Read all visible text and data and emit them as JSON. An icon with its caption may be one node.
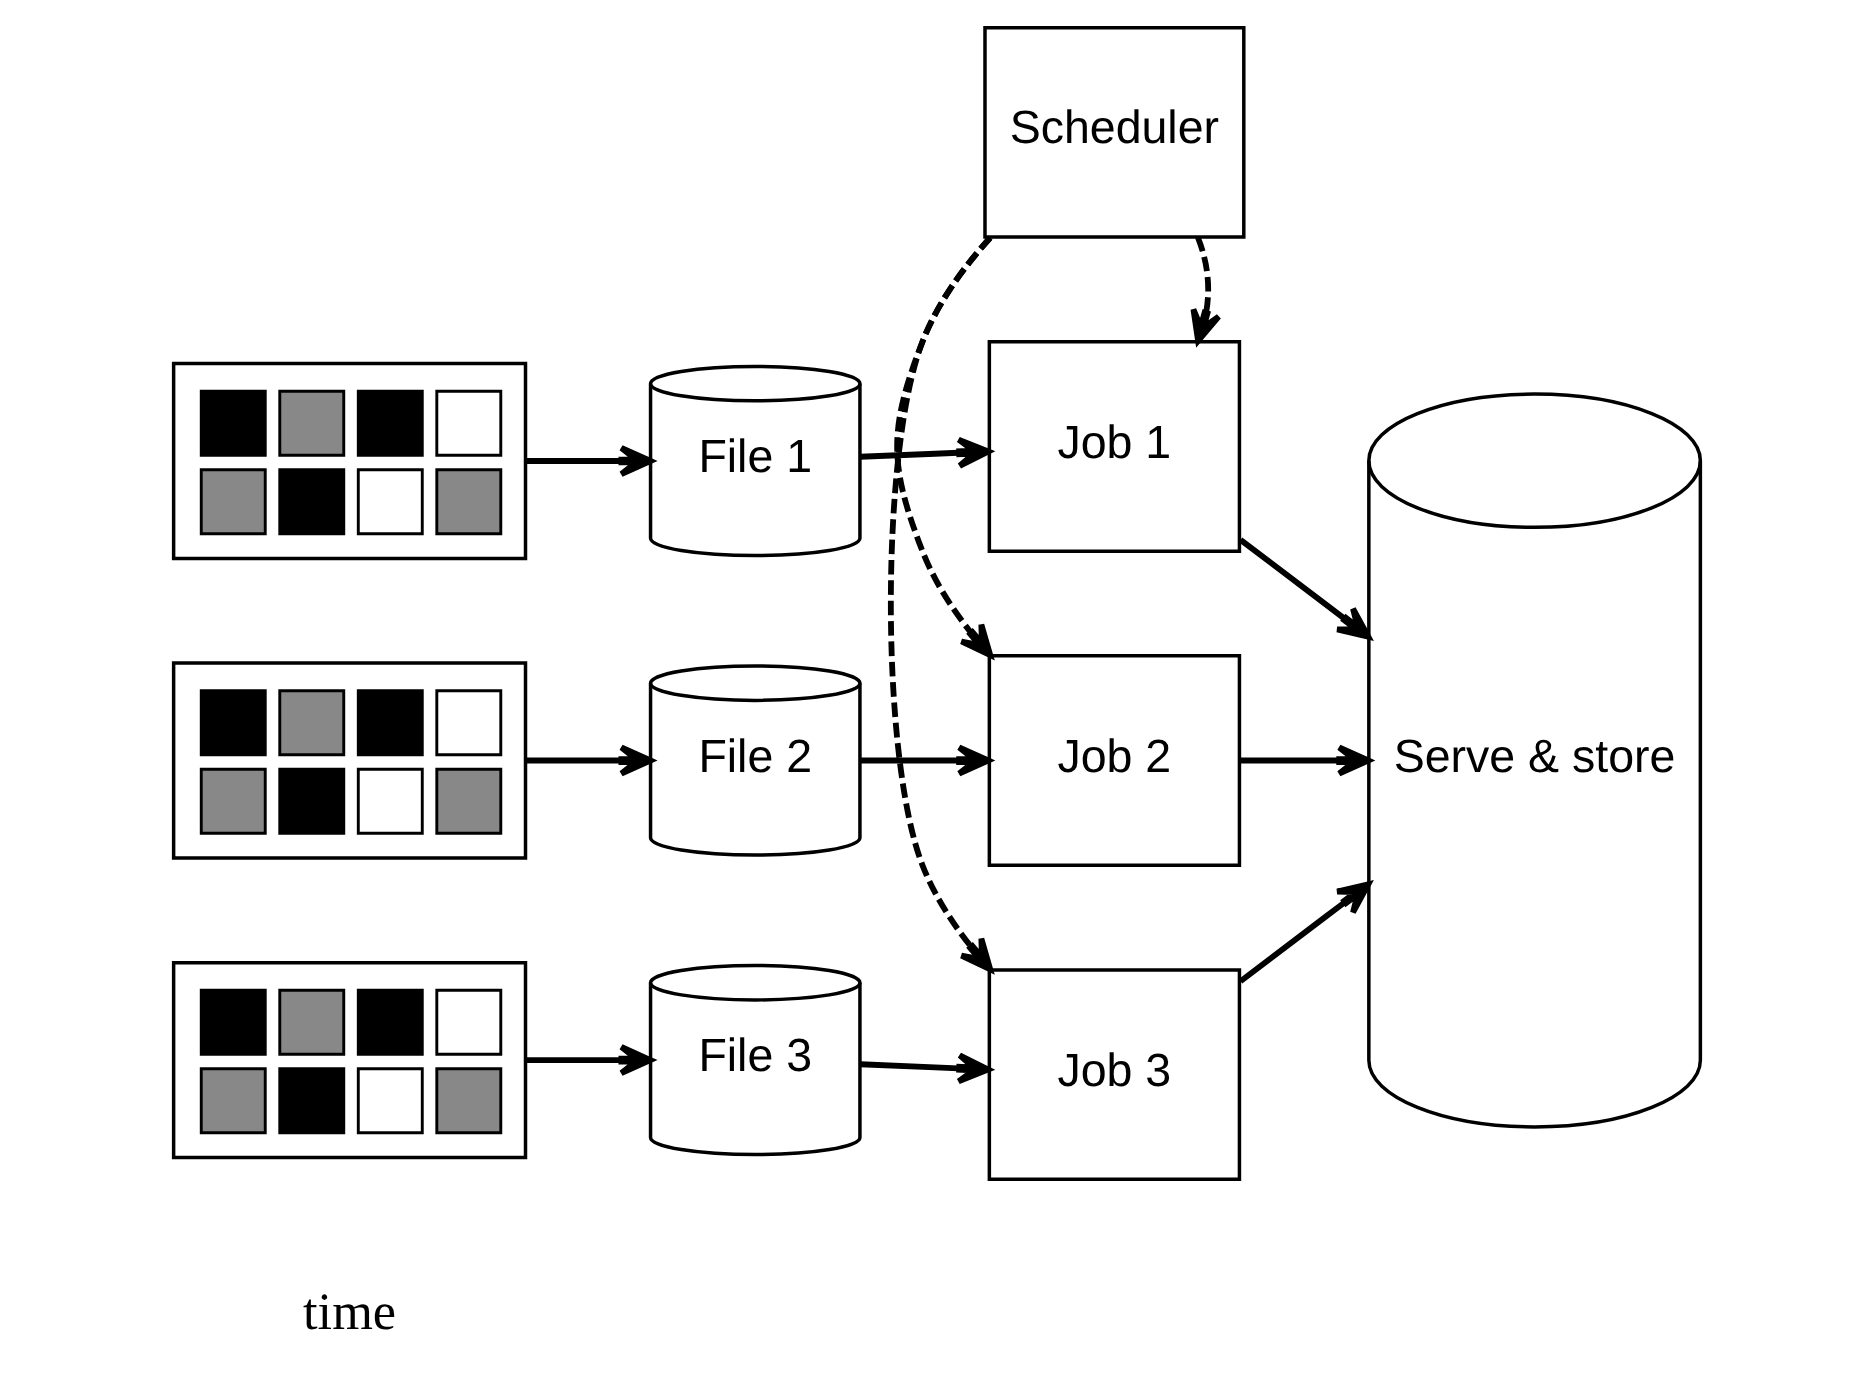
{
  "diagram": {
    "nodes": [
      {
        "text": [
          "Scheduler"
        ]
      },
      {
        "text": [],
        "shape": "box"
      },
      {
        "text": [
          "File 1"
        ]
      },
      {
        "text": [
          "Job 1"
        ]
      },
      {
        "text": [
          "Serve & store"
        ]
      },
      {
        "text": [],
        "shape": "box"
      },
      {
        "text": [
          "File 2"
        ]
      },
      {
        "text": [
          "Job 2"
        ]
      },
      {
        "text": [],
        "shape": "box"
      },
      {
        "text": [
          "File 3"
        ]
      },
      {
        "text": [
          "Job 3"
        ]
      }
    ],
    "edges": [
      {
        "from": 1,
        "to": 2,
        "arrow": "to"
      },
      {
        "from": 2,
        "to": 3,
        "arrow": "to"
      },
      {
        "from": 3,
        "to": 4,
        "arrow": "to"
      },
      {
        "from": 5,
        "to": 6,
        "arrow": "to"
      },
      {
        "from": 6,
        "to": 7,
        "arrow": "to"
      },
      {
        "from": 7,
        "to": 4,
        "arrow": "to"
      },
      {
        "from": 8,
        "to": 9,
        "arrow": "to"
      },
      {
        "from": 9,
        "to": 10,
        "arrow": "to"
      },
      {
        "from": 10,
        "to": 4,
        "arrow": "to"
      },
      {
        "from": 0,
        "to": 3,
        "arrow": "to",
        "style": "dashed"
      },
      {
        "from": 0,
        "to": 7,
        "arrow": "to",
        "style": "dashed"
      },
      {
        "from": 0,
        "to": 10,
        "arrow": "to",
        "style": "dashed"
      }
    ],
    "labels": [
      "time"
    ]
  }
}
